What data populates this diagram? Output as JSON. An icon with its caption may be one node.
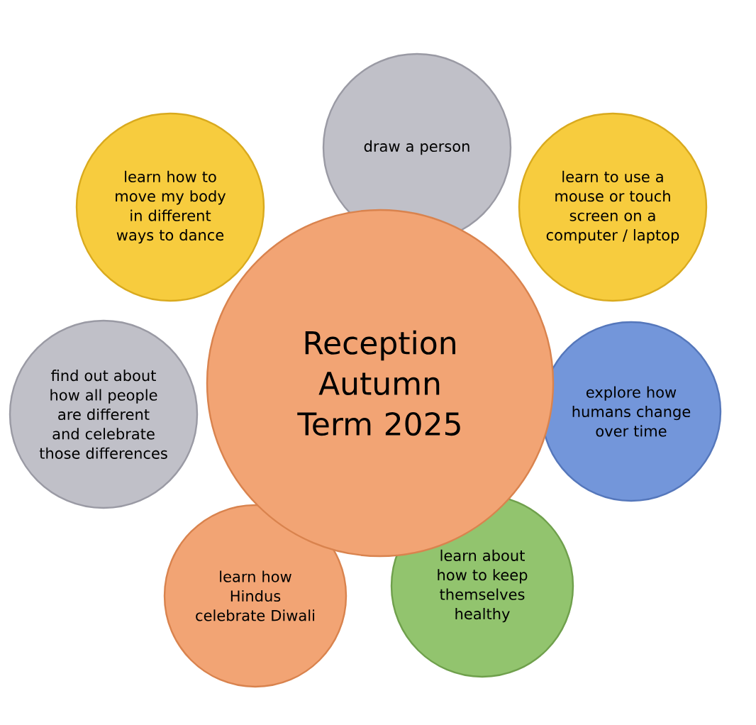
{
  "diagram": {
    "nodes": [
      {
        "text": [
          "draw a person"
        ]
      },
      {
        "text": [
          "learn how to move my body in different ways to dance"
        ]
      },
      {
        "text": [
          "learn to use a mouse or touch screen on a computer / laptop"
        ]
      },
      {
        "text": [
          "Reception Autumn Term 2025"
        ]
      },
      {
        "text": [
          "find out about how all people are different and celebrate those differences"
        ]
      },
      {
        "text": [
          "explore how humans change over time"
        ]
      },
      {
        "text": [
          "learn how Hindus celebrate Diwali"
        ]
      },
      {
        "text": [
          "learn about how to keep themselves healthy"
        ]
      }
    ]
  }
}
